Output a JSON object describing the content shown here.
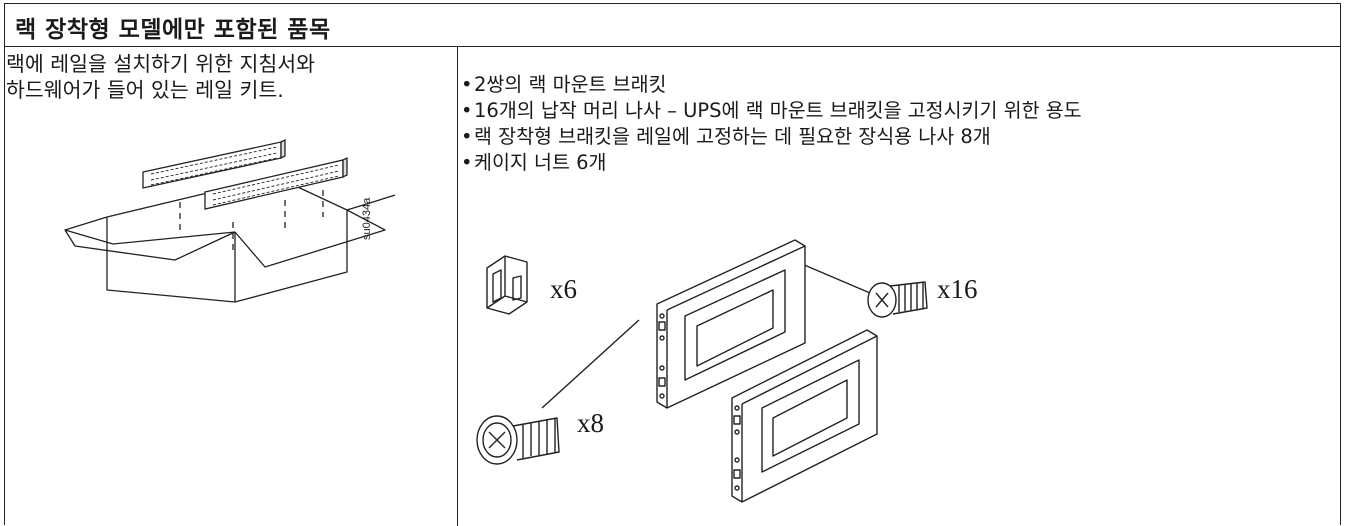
{
  "header": {
    "title": "랙 장착형 모델에만 포함된 품목"
  },
  "left": {
    "description_lines": [
      "랙에 레일을 설치하기 위한 지침서와",
      "하드웨어가 들어 있는 레일 키트."
    ],
    "figure_code": "su0434a"
  },
  "right": {
    "items": [
      "2쌍의 랙 마운트 브래킷",
      "16개의 납작 머리 나사 – UPS에 랙 마운트 브래킷을 고정시키기 위한 용도",
      "랙 장착형 브래킷을 레일에 고정하는 데 필요한 장식용 나사 8개",
      "케이지 너트 6개"
    ],
    "quantities": {
      "cage_nut": "x6",
      "flat_screw": "x16",
      "decor_screw": "x8"
    }
  }
}
